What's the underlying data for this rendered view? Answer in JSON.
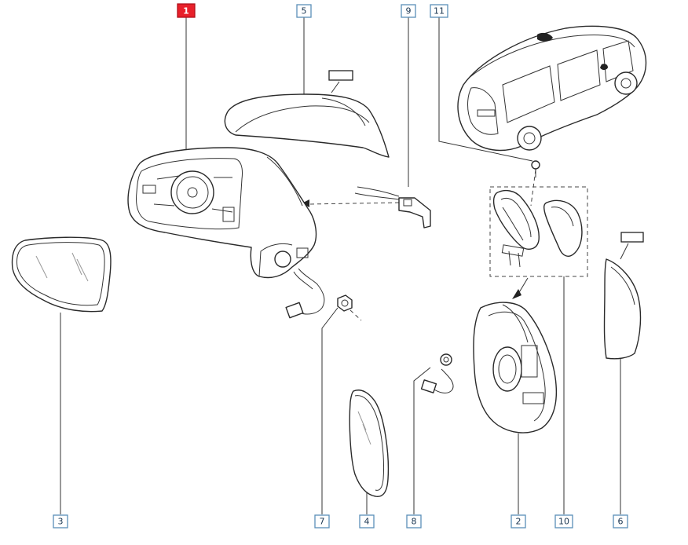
{
  "diagram": {
    "callouts": [
      {
        "id": "c1",
        "text": "1",
        "highlight": true
      },
      {
        "id": "c5",
        "text": "5",
        "highlight": false
      },
      {
        "id": "c9",
        "text": "9",
        "highlight": false
      },
      {
        "id": "c11",
        "text": "11",
        "highlight": false
      },
      {
        "id": "c3",
        "text": "3",
        "highlight": false
      },
      {
        "id": "c7",
        "text": "7",
        "highlight": false
      },
      {
        "id": "c4",
        "text": "4",
        "highlight": false
      },
      {
        "id": "c8",
        "text": "8",
        "highlight": false
      },
      {
        "id": "c2",
        "text": "2",
        "highlight": false
      },
      {
        "id": "c10",
        "text": "10",
        "highlight": false
      },
      {
        "id": "c6",
        "text": "6",
        "highlight": false
      }
    ]
  }
}
